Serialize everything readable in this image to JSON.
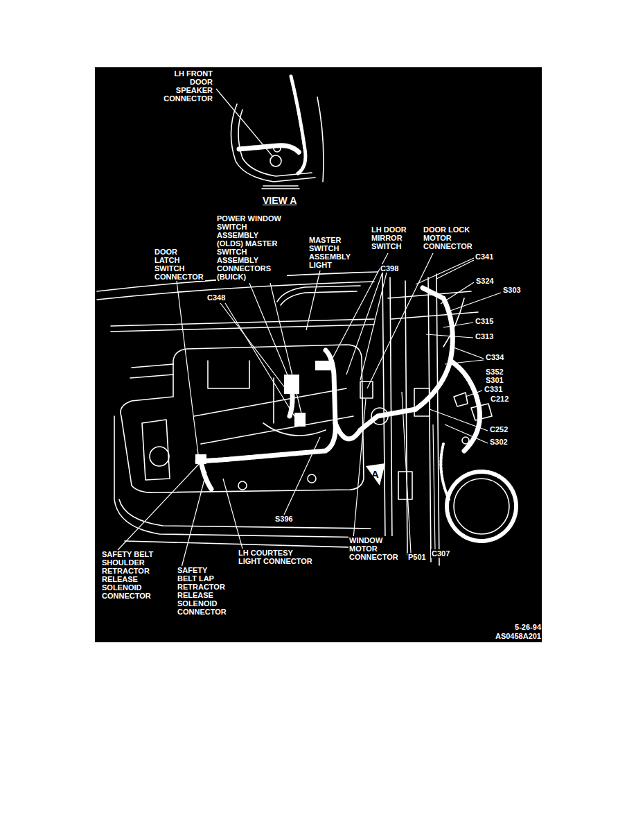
{
  "diagram": {
    "labels": [
      "LH FRONT DOOR SPEAKER CONNECTOR",
      "VIEW A",
      "POWER WINDOW SWITCH ASSEMBLY (OLDS) MASTER SWITCH ASSEMBLY CONNECTORS (BUICK)",
      "MASTER SWITCH ASSEMBLY LIGHT",
      "LH DOOR MIRROR SWITCH",
      "DOOR LOCK MOTOR CONNECTOR",
      "DOOR LATCH SWITCH CONNECTOR",
      "C398",
      "C341",
      "S324",
      "S303",
      "C348",
      "C315",
      "C313",
      "C334",
      "S352",
      "S301",
      "C331",
      "C212",
      "C252",
      "S302",
      "A",
      "S396",
      "WINDOW MOTOR CONNECTOR",
      "P501",
      "C307",
      "SAFETY BELT SHOULDER RETRACTOR RELEASE SOLENOID CONNECTOR",
      "SAFETY BELT LAP RETRACTOR RELEASE SOLENOID CONNECTOR",
      "LH COURTESY LIGHT CONNECTOR",
      "5-26-94",
      "AS0458A201"
    ]
  }
}
